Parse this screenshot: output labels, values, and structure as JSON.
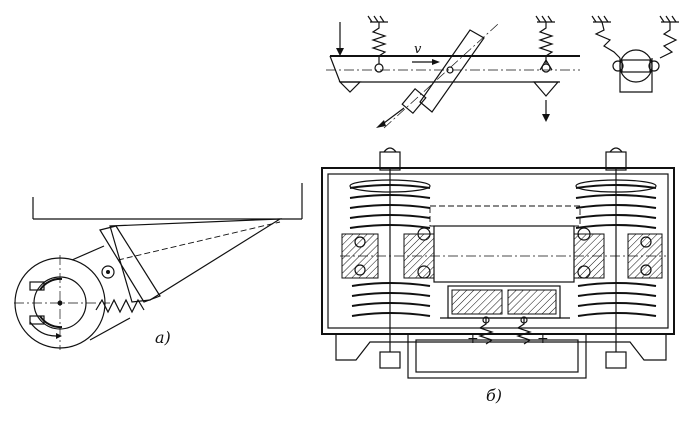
{
  "labels": {
    "fig_a": "а)",
    "fig_b": "б)",
    "velocity": "v",
    "plus_left": "+",
    "plus_right": "+"
  }
}
